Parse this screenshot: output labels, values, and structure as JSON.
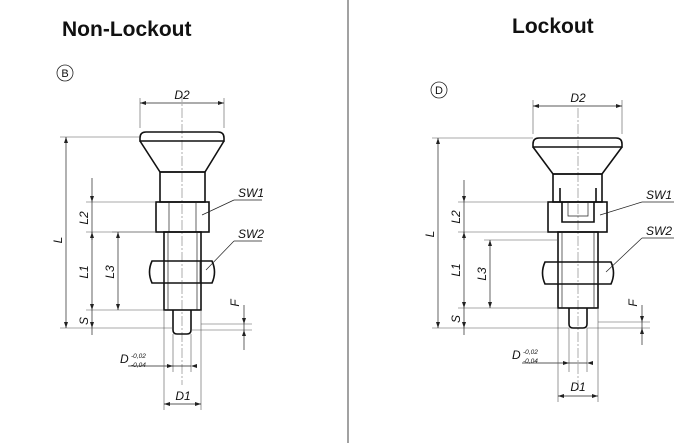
{
  "titles": {
    "left": "Non-Lockout",
    "right": "Lockout"
  },
  "left_view": {
    "variant_marker": "B",
    "labels": {
      "d2": "D2",
      "sw1": "SW1",
      "sw2": "SW2",
      "l": "L",
      "l1": "L1",
      "l2": "L2",
      "l3": "L3",
      "s": "S",
      "f": "F",
      "d": "D",
      "d_tol_upper": "-0,02",
      "d_tol_lower": "-0,04",
      "d1": "D1"
    }
  },
  "right_view": {
    "variant_marker": "D",
    "labels": {
      "d2": "D2",
      "sw1": "SW1",
      "sw2": "SW2",
      "l": "L",
      "l1": "L1",
      "l2": "L2",
      "l3": "L3",
      "s": "S",
      "f": "F",
      "d": "D",
      "d_tol_upper": "-0,02",
      "d_tol_lower": "-0,04",
      "d1": "D1"
    }
  }
}
